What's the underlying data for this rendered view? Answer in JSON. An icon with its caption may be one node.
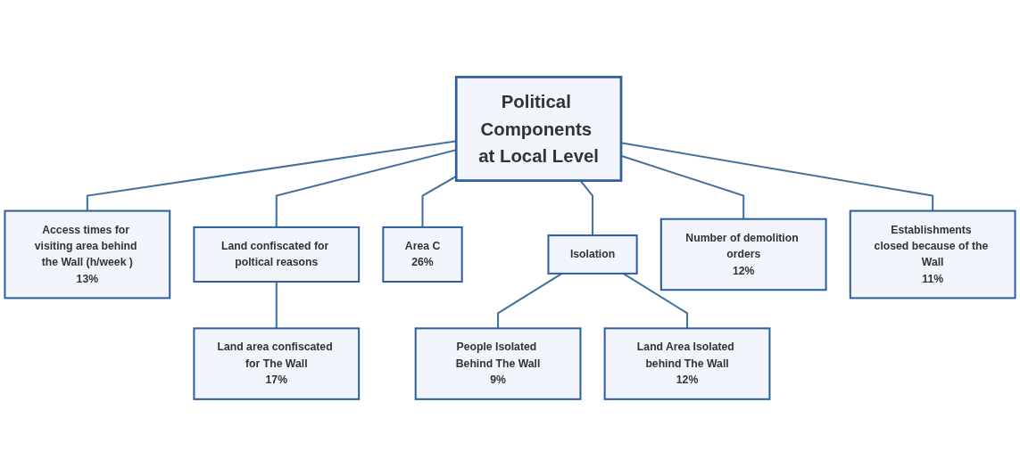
{
  "diagram": {
    "nodes": [
      {
        "text": [
          "Political Components at Local Level"
        ]
      },
      {
        "text": [
          "Access times for visiting area behind the Wall (h/week )",
          "13%"
        ]
      },
      {
        "text": [
          "Land confiscated for poltical reasons"
        ]
      },
      {
        "text": [
          "Land area confiscated for The Wall",
          "17%"
        ]
      },
      {
        "text": [
          "Area C",
          "26%"
        ]
      },
      {
        "text": [
          "Isolation"
        ]
      },
      {
        "text": [
          "People Isolated Behind The Wall",
          "9%"
        ]
      },
      {
        "text": [
          "Land Area Isolated behind The Wall",
          "12%"
        ]
      },
      {
        "text": [
          "Number of demolition orders",
          "12%"
        ]
      },
      {
        "text": [
          "Establishments closed because of the Wall",
          "11%"
        ]
      }
    ],
    "edges": [
      {
        "from": 0,
        "to": 1,
        "arrow": "none"
      },
      {
        "from": 0,
        "to": 2,
        "arrow": "none"
      },
      {
        "from": 0,
        "to": 4,
        "arrow": "none"
      },
      {
        "from": 0,
        "to": 5,
        "arrow": "none"
      },
      {
        "from": 0,
        "to": 8,
        "arrow": "none"
      },
      {
        "from": 0,
        "to": 9,
        "arrow": "none"
      },
      {
        "from": 2,
        "to": 3,
        "arrow": "none"
      },
      {
        "from": 5,
        "to": 6,
        "arrow": "none"
      },
      {
        "from": 5,
        "to": 7,
        "arrow": "none"
      }
    ]
  }
}
